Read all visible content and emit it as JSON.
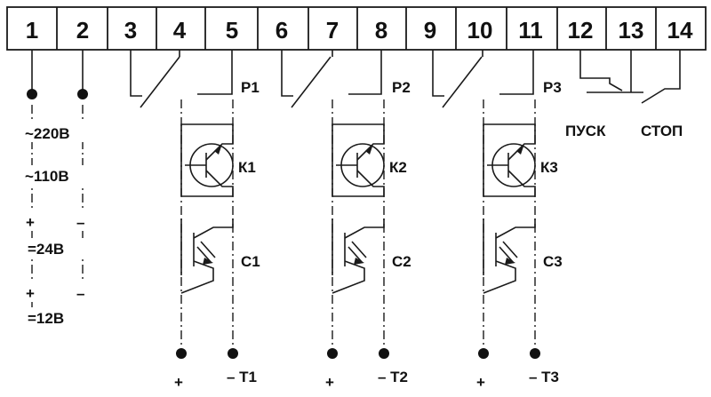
{
  "terminals": [
    "1",
    "2",
    "3",
    "4",
    "5",
    "6",
    "7",
    "8",
    "9",
    "10",
    "11",
    "12",
    "13",
    "14"
  ],
  "relays": [
    {
      "relay": "Р1",
      "transistor": "К1",
      "triac": "С1",
      "plus": "+",
      "output": "– Т1"
    },
    {
      "relay": "Р2",
      "transistor": "К2",
      "triac": "С2",
      "plus": "+",
      "output": "– Т2"
    },
    {
      "relay": "Р3",
      "transistor": "К3",
      "triac": "С3",
      "plus": "+",
      "output": "– Т3"
    }
  ],
  "supply": {
    "ac220": "~220В",
    "ac110": "~110В",
    "plus1": "+",
    "minus1": "–",
    "dc24": "=24В",
    "plus2": "+",
    "minus2": "–",
    "dc12": "=12В"
  },
  "buttons": {
    "start": "ПУСК",
    "stop": "СТОП"
  }
}
